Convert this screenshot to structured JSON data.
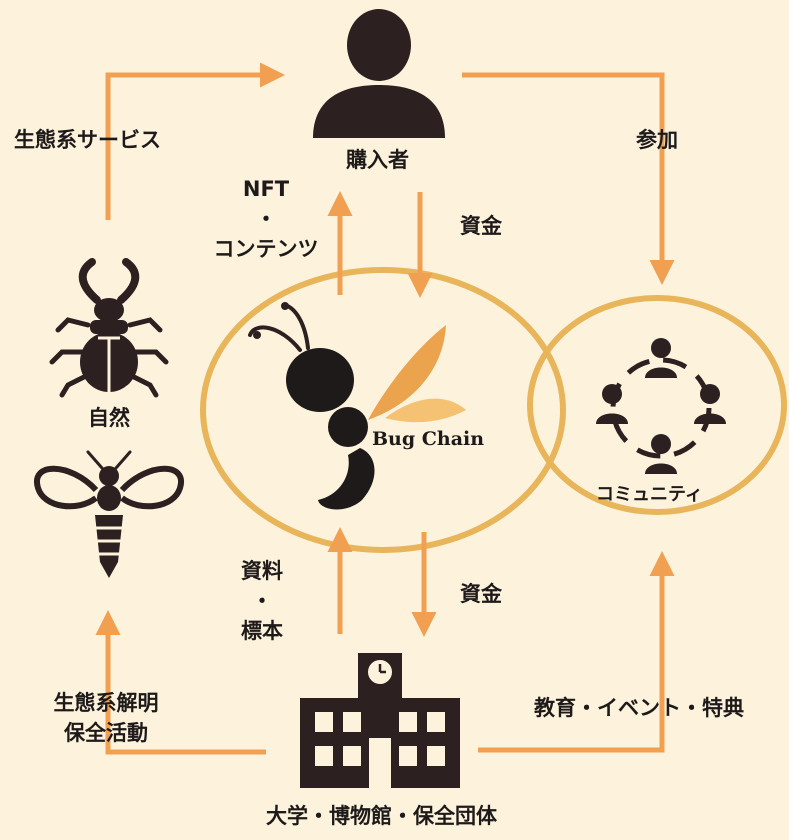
{
  "nodes": {
    "buyer": "購入者",
    "nature": "自然",
    "community": "コミュニティ",
    "institutions": "大学・博物館・保全団体",
    "brand": "Bug Chain"
  },
  "edges": {
    "ecosystem_services": "生態系サービス",
    "participation": "参加",
    "nft_line1": "NFT",
    "nft_line2": "・",
    "nft_line3": "コンテンツ",
    "funds_top": "資金",
    "funds_bottom": "資金",
    "materials_line1": "資料",
    "materials_line2": "・",
    "materials_line3": "標本",
    "research_line1": "生態系解明",
    "research_line2": "保全活動",
    "education": "教育・イベント・特典"
  },
  "colors": {
    "arrow": "#f0a050",
    "circle": "#e8b55a",
    "icon": "#2d2020",
    "leaf_dark": "#e99a3e",
    "leaf_light": "#f4be6c",
    "background": "#fdf3dd"
  },
  "icons": [
    "person-icon",
    "stag-beetle-icon",
    "bee-icon",
    "community-icon",
    "building-icon",
    "ant-logo-icon"
  ]
}
